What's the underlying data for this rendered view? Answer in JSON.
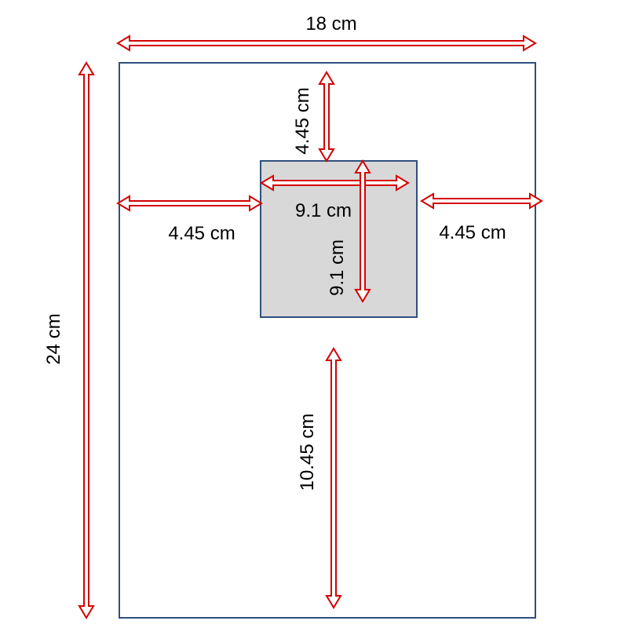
{
  "colors": {
    "outline": "#2f4f7f",
    "arrow": "#d40000",
    "inner_fill": "#d8d8d8",
    "text": "#000000",
    "background": "#ffffff"
  },
  "dimensions": {
    "outer_width": "18 cm",
    "outer_height": "24 cm",
    "top_gap": "4.45 cm",
    "left_gap": "4.45 cm",
    "right_gap": "4.45 cm",
    "inner_width": "9.1 cm",
    "inner_height": "9.1 cm",
    "bottom_gap": "10.45 cm"
  }
}
